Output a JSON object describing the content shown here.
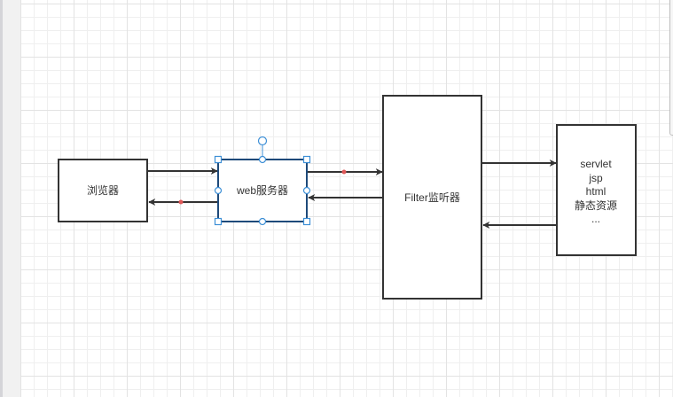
{
  "diagram": {
    "nodes": [
      {
        "id": "browser",
        "label": [
          "浏览器"
        ],
        "selected": false
      },
      {
        "id": "web-server",
        "label": [
          "web服务器"
        ],
        "selected": true
      },
      {
        "id": "filter",
        "label": [
          "Filter监听器"
        ],
        "selected": false
      },
      {
        "id": "resources",
        "label": [
          "servlet",
          "jsp",
          "html",
          "静态资源",
          "..."
        ],
        "selected": false
      }
    ],
    "edges": [
      {
        "from": "browser",
        "to": "web-server",
        "direction": "right"
      },
      {
        "from": "web-server",
        "to": "browser",
        "direction": "left",
        "waypoint": true
      },
      {
        "from": "web-server",
        "to": "filter",
        "direction": "right",
        "waypoint": true
      },
      {
        "from": "filter",
        "to": "web-server",
        "direction": "left"
      },
      {
        "from": "filter",
        "to": "resources",
        "direction": "right"
      },
      {
        "from": "resources",
        "to": "filter",
        "direction": "left"
      }
    ]
  },
  "colors": {
    "stroke": "#333333",
    "selection": "#3d8fd6",
    "selected_border": "#1e4a7a",
    "waypoint": "#e05858",
    "grid_minor": "#efefef",
    "grid_major": "#e3e3e3"
  }
}
